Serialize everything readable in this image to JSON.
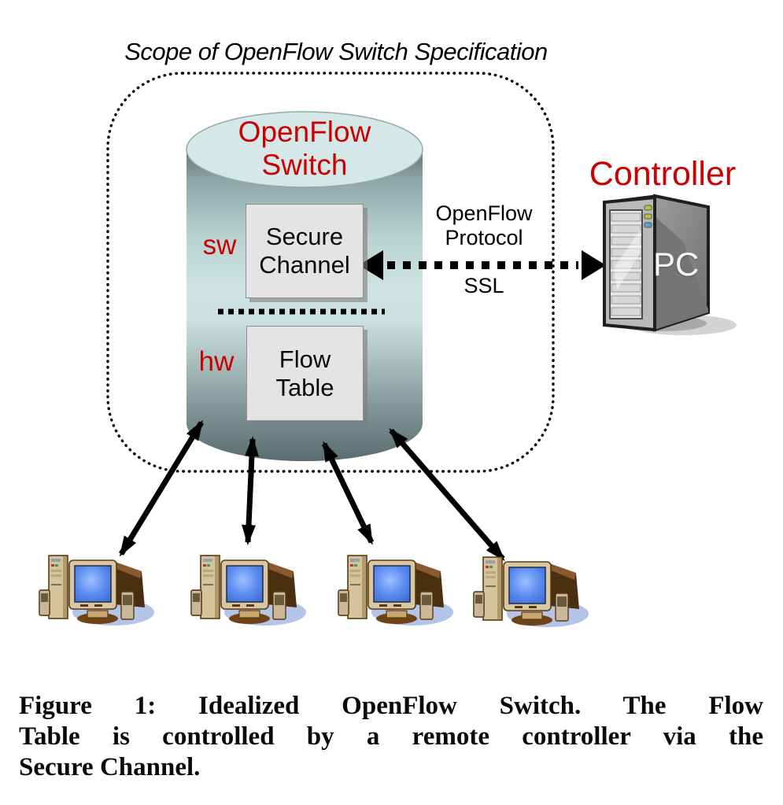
{
  "figure": {
    "scope_label": "Scope of OpenFlow Switch Specification",
    "switch": {
      "name": "OpenFlow Switch",
      "sw_label": "sw",
      "hw_label": "hw",
      "secure_channel_label": "Secure Channel",
      "flow_table_label": "Flow Table"
    },
    "connection": {
      "protocol_label": "OpenFlow Protocol",
      "ssl_label": "SSL"
    },
    "controller": {
      "label": "Controller",
      "pc_label": "PC"
    },
    "hosts": {
      "count": 4
    }
  },
  "caption": {
    "lines": [
      "Figure 1:  Idealized OpenFlow Switch.  The Flow",
      "Table is controlled by a remote controller via the",
      "Secure Channel."
    ]
  },
  "colors": {
    "accent_red": "#cc0000",
    "cylinder_top": "#d4e9e7",
    "cylinder_dark": "#5a6e6f",
    "box_gray": "#e4e4e4",
    "screen_blue": "#5b8bee",
    "host_shadow_blue": "#b3c4e6",
    "led_yellow_green": "#b9c23c",
    "led_blue": "#5f9fd4"
  }
}
